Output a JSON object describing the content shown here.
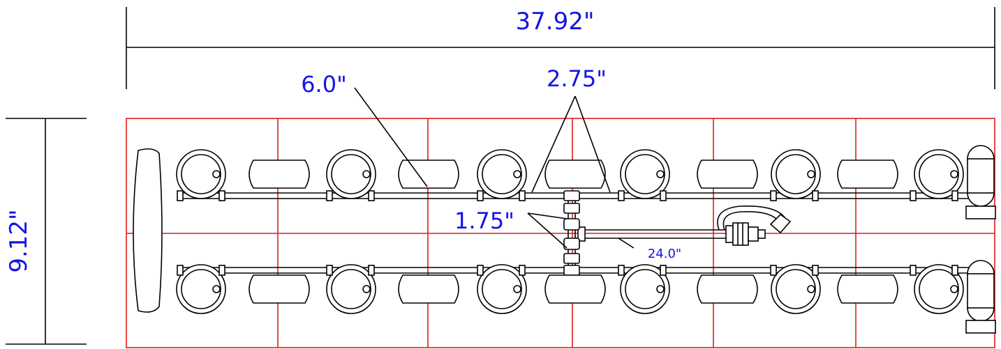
{
  "dimensions": {
    "overall_width": "37.92\"",
    "overall_height": "9.12\"",
    "burner_spacing": "6.0\"",
    "header_gap": "2.75\"",
    "riser_gap": "1.75\"",
    "feed_length": "24.0\""
  },
  "colors": {
    "dimension_text": "#1414e6",
    "grid": "#e11b1b",
    "linework": "#000000"
  }
}
